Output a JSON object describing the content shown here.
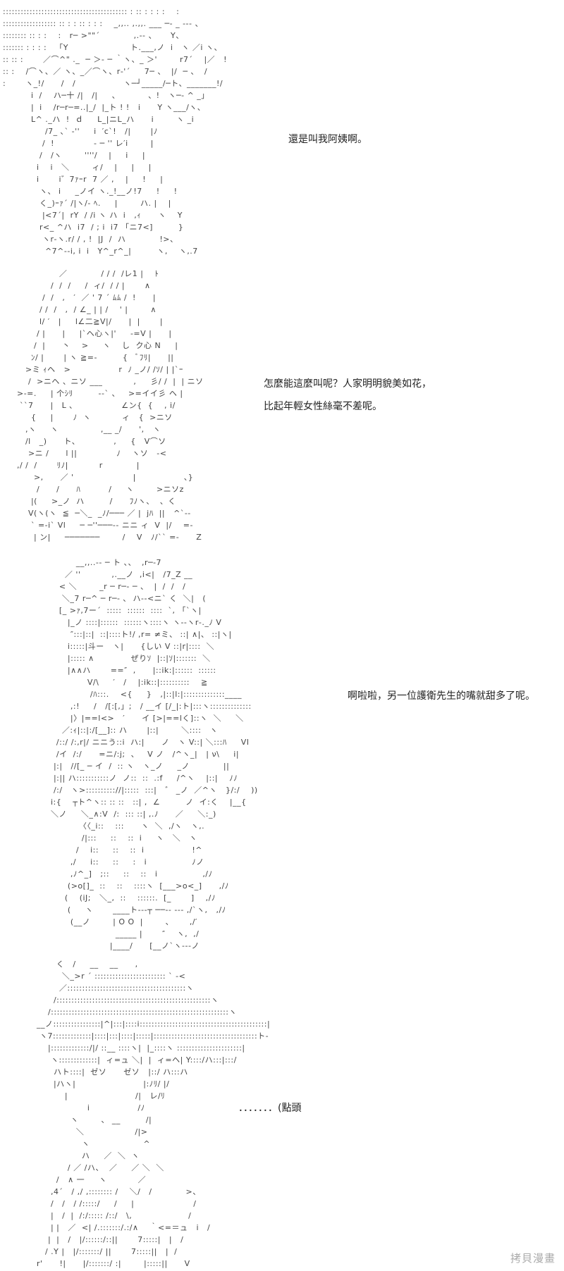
{
  "panels": [
    {
      "dialogue": [
        "還是叫我阿姨啊。"
      ],
      "art": [
        ":::::::::::::::::::::::::::::::::::::::::: : :: : : : :    :",
        ":::::::::::::::::: :: : : :: : : :    _,,.. ,.,,. ___ ─‐ _ --- 、",
        ":::::::: :: : :    :   r─ >\"\"´            ,.-‐ 、     Y、",
        "::::::: : : : :   「Y                      ト.___,ノ  i   ヽ ／i ヽ、",
        ":: :: :       ／⌒^\" ._  ─ ＞‐ ─ ｀ヽ、_ ＞'        r7´    |／   !",
        ":: :    /⌒ヽ、／ ヽ、_／⌒ヽ、r‐'´     7─ 、  |/  ─ 、  /",
        ":       ヽ_!/      /   /                 ヽ─┘_____/─ト、_______!/",
        "          i  /    ハ─十 /|   /|     、          、!   ヽ─‐ ^ _」",
        "          |  i    /r─r─=..|_/  |_ト ! !   i      Y ヽ___/ヽ、",
        "          L^ ._ハ  !  ｄ     L_|ニL_ハ      i        ヽ _i",
        "               /7_ ､` ‐''     i  ′c`!   /|       |ﾉ",
        "              /  !              ‐ ─ '' レ′i        |",
        "             /   /ヽ        ''''/    |     i     |",
        "            i    i   ＼        ィ/    |     |     |",
        "            i       i゛7ｧｰr  7 ／ ,    |     !     |",
        "             ヽ、 i     _ノイ ヽ._!__ノ!7     !     !",
        "             く_)ｰｧ´ /|ヽ/‐ ﾍ.     |        ハ. |    |",
        "              |<7´|  rY  / /i ヽ ハ  i   ,ｨ      ヽ    Y",
        "             r<_ ^ハ  i7  / ; i  i7 「ニ7<]         }",
        "              ヽr‐ヽ.r/ / , !  |J  /  ハ            !>、",
        "               ^7^‐‐i, i  i   Y^_r^_|         ヽ,    ヽ,.7"
      ]
    },
    {
      "dialogue": [
        "怎麼能這麼叫呢？人家明明貌美如花，",
        "比起年輕女性絲毫不差呢。"
      ],
      "art": [
        "                    ／            / / /  /レ1 |    ﾄ",
        "                 /  /  /     /  ィ/  / / |       ∧",
        "              /  /   ,   ′  ／ ' 7 ´ ﾑﾑ /  !      |",
        "             / /  /   ,  / ∠_ | | /    ' |        ∧",
        "             l/ ′   |     l∠二≧V|/      |  |       |",
        "            / |      |     |`ヘ心ヽ|'     ‐=V |      |",
        "           /  |      丶    >     ヽ    し  ク心 N     |",
        "          ﾝ/ |       | ヽ ≧=-         {   ﾞﾌﾘ|      ||",
        "        >ミ ｨヘ   >                 r  ﾉ _ノ/ /ｿ/ | |`ｰ",
        "         /  >ニヘ 、ニソ ___           ,     彡/ /  |  | ニソ",
        "     >‐=.     | 个ｼﾘ         --` 、   >=イイ彡 ヘ |",
        "      ``7      |   L ､                 ∠ン{  {    , i/",
        "          {     |       ﾉ  ヽ           ィ   {  >ニソ",
        "        ,ヽ     ヽ               ,__ _/      ',   ヽ",
        "        /l   _)      ト、            ,     {   V⌒ソ",
        "         >ニ /      l ||              ﾉ    ヽソ   -<",
        "     ,/ /  /       ﾘﾉ|           r            |",
        "           >,      ／ '                     |                 、}",
        "            /      /      ﾊ          /     ヽ        >ニソz",
        "          |(     >_ノ  ハ         /      ﾌﾉヽ、  、く",
        "         V(ヽ(ヽ  ≦  ─＼_  _ﾉ/─── ／ |  jﾊ  ||   ^`‐‐",
        "          ` =‐i` Vl     ─ ─''───‐‐ ニニ ィ  V  |/    =-",
        "           | ン|     ───────        /    V   ﾉ/`` =-      Z"
      ]
    },
    {
      "dialogue": [
        "啊啦啦，另一位護衛先生的嘴就甜多了呢。"
      ],
      "art": [
        "                          __,,..-‐ ─ ト 、、  ,r─‐7",
        "                      ／ ''           ,.__ノ  ,i<|   /7_Z __",
        "                    < ＼        _r ─ r─‐ ─ 、  |  /  /   /",
        "                     ＼_7 r─^ ─ r─‐ ､  ハ‐‐<ニ` く  ＼|   (",
        "                    [_ >ｧ,7ー´  :::::  ::::::  ::::  `, 「`ヽ|",
        "                       |_ノ ::::|::::::  ::::::ヽ::::ヽ ヽ‐‐ヽr‐._ﾉ V",
        "                        ″:::|::|  ::|::::ト!/ ,r= ≠ミ、 ::| ∧|、 ::|ヽ|",
        "                       i:::::|斗ー   ヽ|      {しい V ::|r|::::  ＼",
        "                       |::::: ∧             ぜりｿ  |::|ｿ|:::::::  ＼",
        "                       |∧∧ハ       ==″  ,      |::ik:|::::::  ::::::",
        "                              V/\\     ′   /    |:ik::|::::::::::    ≧",
        "                               /ﾊ:::.    <{     }   ,|::|l:|::::::::::::::____",
        "                        ,:!     /   /[:[,」;   / __イ [/_|:ト|:::ヽ::::::::::::::",
        "                        |〉|==l<>   ′      イ [>|==lく]::ヽ  ＼     ＼",
        "                     ／:ｨ|::|:/[__]:: ハ       |::|        ＼::::   ヽ",
        "                   /::/ /:,r|/ ニニう::i  ハ:|      ノ   ヽ V::| ＼:::ﾊ     VI",
        "                   /イ  /:/      =ニ/:j;  、   V ノ   /^ヽ_|   | ν\\     i|",
        "                  |:|   //[_ ─ イ  /  :: ヽ   ヽ_ノ     _ノ            ||",
        "                  |:|| ハ:::::::::::ノ  ノ::  ::  .:f     /^ヽ    |::|    ﾉﾉ",
        "                  /:/   ヽ>:::::::::://|:::::  :::|   ゛ _ノ  ／^ヽ   }/:/    ))",
        "                 i:{    ┬ト^ヽ:: :: ::   ::| ,  ∠         ノ  イ:く    |__{",
        "                 ＼ノ     ＼_∧:V  /:  ::: ::| ,.ﾉ      ／     ＼:_)",
        "                           〈〈_i::    :::      ヽ  ＼  ,/ヽ   ヽ,.",
        "                            /|:::     ::    ::  i     ヽ   ＼   ヽ",
        "                          /    i::     ::    ::  i                 !^",
        "                        ,/     i::     ::     :   i                ﾉノ",
        "                        ,ﾉ^_]   ;::     ::    ::   i                ,/ﾉ",
        "                       (>o[]_  ::    ::    ::::ヽ  [___>o<_]      ,/ﾉ",
        "                      (    (iJ;   ＼_,  ::    ::::::.  [_       ]    ,/ﾉ",
        "                       (     ヽ       ____ト‐‐‐┬ ──‐‐ ‐‐‐ ,/`ヽ,   ,/ﾉ",
        "                        (__ノ        | O O  |        ､       ,/′",
        "                                        _____ |       ″    ヽ,  ,/",
        "                                      |____/      [__ノ`ヽ---ノ"
      ]
    },
    {
      "dialogue": [
        "．．．．．．．(點頭"
      ],
      "art": [
        "                   く   /     __    __      ,",
        "                     ＼_>r ´ :::::::::::::::::::::::: ` ‐<",
        "                    ／::::::::::::::::::::::::::::::::::::::::ヽ",
        "                  /::::::::::::::::::::::::::::::::::::::::::::::::::::ヽ",
        "                /::::::::::::::::::::::::::::::::::::::::::::::::::::::::::::ヽ",
        "            __ノ::::::::::::::::|^|:::|::::i:::::::::::::::::::::::::::::::::::::::::::|",
        "             ヽ7:::::::::::::|::::|:::|::::|:::::|:::::::::::::::::::::::::::::::::::ト‐",
        "                |:::::::::::::/|/ ::__ ::::ヽ|  |_::::ヽ ::::::::::::::::::::::|",
        "                 ヽ:::::::::::::|  ィ=ュ ＼|  |  ィ=ヘ| Y::::/ハ:::|:::/",
        "                  ハト::::|  ゼソ      ゼソ   |::/ ハ:::ハ",
        "                  |ハヽ|                        |:ﾉﾘ/ |/",
        "                      |                        /|   レ/ﾘ",
        "                              i                 /ﾉ",
        "                        ヽ        、 __         /|",
        "                          ＼                  /|>",
        "                            ヽ                   ^",
        "                            ハ     ／  ＼  ヽ",
        "                       / ／ /ハ、  ／     ／ ＼  ＼",
        "                   /   ∧ 一     ヽ           ／",
        "                 ,4´   / ,/ ,:::::::: /    ＼/   /            >、",
        "                 /   /   / /:::::/     /     |                     /",
        "                 |   /  |  /:/::::: /::/   \\,                    /",
        "                 | |   ／  <| /.:::::::/.:/∧    ｀<=＝ュ   i   /",
        "                |  |   /   |/::::::/::||       7:::::|   |   /",
        "               / .Y |   |/:::::::/ ||       7:::::||   |  /",
        "            r'      !|      |/:::::::/ :|        |:::::||      V"
      ]
    }
  ],
  "watermark": "拷貝漫畫"
}
